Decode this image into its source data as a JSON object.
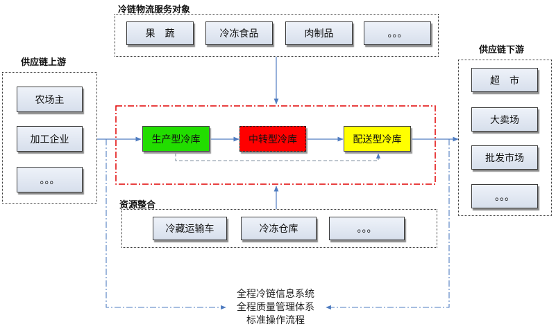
{
  "service_objects": {
    "title": "冷链物流服务对象",
    "items": [
      "果　蔬",
      "冷冻食品",
      "肉制品",
      "。。。"
    ]
  },
  "upstream": {
    "title": "供应链上游",
    "items": [
      "农场主",
      "加工企业",
      "。。。"
    ]
  },
  "downstream": {
    "title": "供应链下游",
    "items": [
      "超　市",
      "大卖场",
      "批发市场",
      "。。。"
    ]
  },
  "core": {
    "stages": [
      {
        "label": "生产型冷库",
        "color": "#22dd00"
      },
      {
        "label": "中转型冷库",
        "color": "#ff0000"
      },
      {
        "label": "配送型冷库",
        "color": "#ffff00"
      }
    ]
  },
  "resources": {
    "title": "资源整合",
    "items": [
      "冷藏运输车",
      "冷冻仓库",
      "。。。"
    ]
  },
  "systems": [
    "全程冷链信息系统",
    "全程质量管理体系",
    "标准操作流程"
  ],
  "colors": {
    "arrow": "#4f7cc0",
    "red_frame": "#e00000"
  }
}
